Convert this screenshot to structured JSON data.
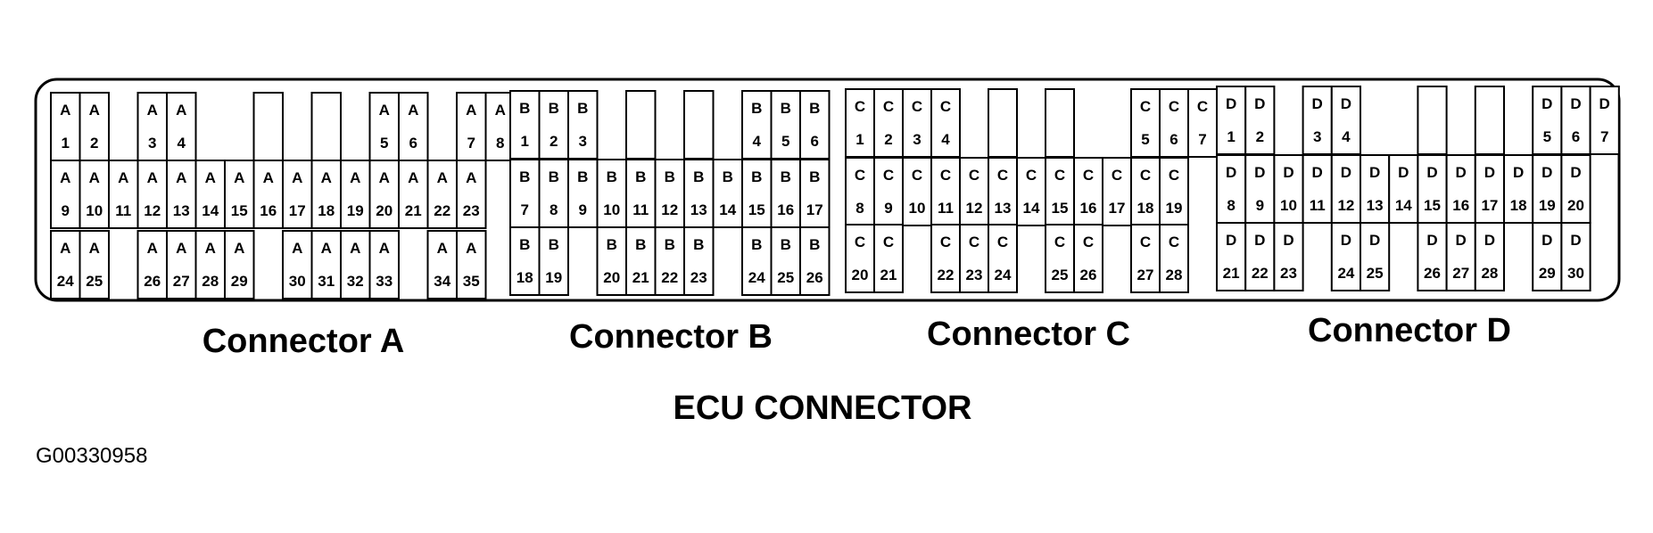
{
  "title": "ECU CONNECTOR",
  "figure_id": "G00330958",
  "connectors": [
    {
      "letter": "A",
      "label": "Connector A",
      "pins": [
        {
          "n": "1",
          "row": 0,
          "col": 0
        },
        {
          "n": "2",
          "row": 0,
          "col": 1
        },
        {
          "n": "3",
          "row": 0,
          "col": 3
        },
        {
          "n": "4",
          "row": 0,
          "col": 4
        },
        {
          "n": "5",
          "row": 0,
          "col": 11
        },
        {
          "n": "6",
          "row": 0,
          "col": 12
        },
        {
          "n": "7",
          "row": 0,
          "col": 14
        },
        {
          "n": "8",
          "row": 0,
          "col": 15
        },
        {
          "n": "9",
          "row": 1,
          "col": 0
        },
        {
          "n": "10",
          "row": 1,
          "col": 1
        },
        {
          "n": "11",
          "row": 1,
          "col": 2
        },
        {
          "n": "12",
          "row": 1,
          "col": 3
        },
        {
          "n": "13",
          "row": 1,
          "col": 4
        },
        {
          "n": "14",
          "row": 1,
          "col": 5
        },
        {
          "n": "15",
          "row": 1,
          "col": 6
        },
        {
          "n": "16",
          "row": 1,
          "col": 7
        },
        {
          "n": "17",
          "row": 1,
          "col": 8
        },
        {
          "n": "18",
          "row": 1,
          "col": 9
        },
        {
          "n": "19",
          "row": 1,
          "col": 10
        },
        {
          "n": "20",
          "row": 1,
          "col": 11
        },
        {
          "n": "21",
          "row": 1,
          "col": 12
        },
        {
          "n": "22",
          "row": 1,
          "col": 13
        },
        {
          "n": "23",
          "row": 1,
          "col": 14
        },
        {
          "n": "24",
          "row": 2,
          "col": 0
        },
        {
          "n": "25",
          "row": 2,
          "col": 1
        },
        {
          "n": "26",
          "row": 2,
          "col": 3
        },
        {
          "n": "27",
          "row": 2,
          "col": 4
        },
        {
          "n": "28",
          "row": 2,
          "col": 5
        },
        {
          "n": "29",
          "row": 2,
          "col": 6
        },
        {
          "n": "30",
          "row": 2,
          "col": 8
        },
        {
          "n": "31",
          "row": 2,
          "col": 9
        },
        {
          "n": "32",
          "row": 2,
          "col": 10
        },
        {
          "n": "33",
          "row": 2,
          "col": 11
        },
        {
          "n": "34",
          "row": 2,
          "col": 13
        },
        {
          "n": "35",
          "row": 2,
          "col": 14
        }
      ]
    },
    {
      "letter": "B",
      "label": "Connector B",
      "pins": [
        {
          "n": "1",
          "row": 0,
          "col": 0
        },
        {
          "n": "2",
          "row": 0,
          "col": 1
        },
        {
          "n": "3",
          "row": 0,
          "col": 2
        },
        {
          "n": "4",
          "row": 0,
          "col": 8
        },
        {
          "n": "5",
          "row": 0,
          "col": 9
        },
        {
          "n": "6",
          "row": 0,
          "col": 10
        },
        {
          "n": "7",
          "row": 1,
          "col": 0
        },
        {
          "n": "8",
          "row": 1,
          "col": 1
        },
        {
          "n": "9",
          "row": 1,
          "col": 2
        },
        {
          "n": "10",
          "row": 1,
          "col": 3
        },
        {
          "n": "11",
          "row": 1,
          "col": 4
        },
        {
          "n": "12",
          "row": 1,
          "col": 5
        },
        {
          "n": "13",
          "row": 1,
          "col": 6
        },
        {
          "n": "14",
          "row": 1,
          "col": 7
        },
        {
          "n": "15",
          "row": 1,
          "col": 8
        },
        {
          "n": "16",
          "row": 1,
          "col": 9
        },
        {
          "n": "17",
          "row": 1,
          "col": 10
        },
        {
          "n": "18",
          "row": 2,
          "col": 0
        },
        {
          "n": "19",
          "row": 2,
          "col": 1
        },
        {
          "n": "20",
          "row": 2,
          "col": 3
        },
        {
          "n": "21",
          "row": 2,
          "col": 4
        },
        {
          "n": "22",
          "row": 2,
          "col": 5
        },
        {
          "n": "23",
          "row": 2,
          "col": 6
        },
        {
          "n": "24",
          "row": 2,
          "col": 8
        },
        {
          "n": "25",
          "row": 2,
          "col": 9
        },
        {
          "n": "26",
          "row": 2,
          "col": 10
        }
      ]
    },
    {
      "letter": "C",
      "label": "Connector C",
      "pins": [
        {
          "n": "1",
          "row": 0,
          "col": 0
        },
        {
          "n": "2",
          "row": 0,
          "col": 1
        },
        {
          "n": "3",
          "row": 0,
          "col": 2
        },
        {
          "n": "4",
          "row": 0,
          "col": 3
        },
        {
          "n": "5",
          "row": 0,
          "col": 10
        },
        {
          "n": "6",
          "row": 0,
          "col": 11
        },
        {
          "n": "7",
          "row": 0,
          "col": 12
        },
        {
          "n": "8",
          "row": 1,
          "col": 0
        },
        {
          "n": "9",
          "row": 1,
          "col": 1
        },
        {
          "n": "10",
          "row": 1,
          "col": 2
        },
        {
          "n": "11",
          "row": 1,
          "col": 3
        },
        {
          "n": "12",
          "row": 1,
          "col": 4
        },
        {
          "n": "13",
          "row": 1,
          "col": 5
        },
        {
          "n": "14",
          "row": 1,
          "col": 6
        },
        {
          "n": "15",
          "row": 1,
          "col": 7
        },
        {
          "n": "16",
          "row": 1,
          "col": 8
        },
        {
          "n": "17",
          "row": 1,
          "col": 9
        },
        {
          "n": "18",
          "row": 1,
          "col": 10
        },
        {
          "n": "19",
          "row": 1,
          "col": 11
        },
        {
          "n": "20",
          "row": 2,
          "col": 0
        },
        {
          "n": "21",
          "row": 2,
          "col": 1
        },
        {
          "n": "22",
          "row": 2,
          "col": 3
        },
        {
          "n": "23",
          "row": 2,
          "col": 4
        },
        {
          "n": "24",
          "row": 2,
          "col": 5
        },
        {
          "n": "25",
          "row": 2,
          "col": 7
        },
        {
          "n": "26",
          "row": 2,
          "col": 8
        },
        {
          "n": "27",
          "row": 2,
          "col": 10
        },
        {
          "n": "28",
          "row": 2,
          "col": 11
        }
      ]
    },
    {
      "letter": "D",
      "label": "Connector D",
      "pins": [
        {
          "n": "1",
          "row": 0,
          "col": 0
        },
        {
          "n": "2",
          "row": 0,
          "col": 1
        },
        {
          "n": "3",
          "row": 0,
          "col": 3
        },
        {
          "n": "4",
          "row": 0,
          "col": 4
        },
        {
          "n": "5",
          "row": 0,
          "col": 11
        },
        {
          "n": "6",
          "row": 0,
          "col": 12
        },
        {
          "n": "7",
          "row": 0,
          "col": 13
        },
        {
          "n": "8",
          "row": 1,
          "col": 0
        },
        {
          "n": "9",
          "row": 1,
          "col": 1
        },
        {
          "n": "10",
          "row": 1,
          "col": 2
        },
        {
          "n": "11",
          "row": 1,
          "col": 3
        },
        {
          "n": "12",
          "row": 1,
          "col": 4
        },
        {
          "n": "13",
          "row": 1,
          "col": 5
        },
        {
          "n": "14",
          "row": 1,
          "col": 6
        },
        {
          "n": "15",
          "row": 1,
          "col": 7
        },
        {
          "n": "16",
          "row": 1,
          "col": 8
        },
        {
          "n": "17",
          "row": 1,
          "col": 9
        },
        {
          "n": "18",
          "row": 1,
          "col": 10
        },
        {
          "n": "19",
          "row": 1,
          "col": 11
        },
        {
          "n": "20",
          "row": 1,
          "col": 12
        },
        {
          "n": "21",
          "row": 2,
          "col": 0
        },
        {
          "n": "22",
          "row": 2,
          "col": 1
        },
        {
          "n": "23",
          "row": 2,
          "col": 2
        },
        {
          "n": "24",
          "row": 2,
          "col": 4
        },
        {
          "n": "25",
          "row": 2,
          "col": 5
        },
        {
          "n": "26",
          "row": 2,
          "col": 7
        },
        {
          "n": "27",
          "row": 2,
          "col": 8
        },
        {
          "n": "28",
          "row": 2,
          "col": 9
        },
        {
          "n": "29",
          "row": 2,
          "col": 11
        },
        {
          "n": "30",
          "row": 2,
          "col": 12
        }
      ]
    }
  ]
}
